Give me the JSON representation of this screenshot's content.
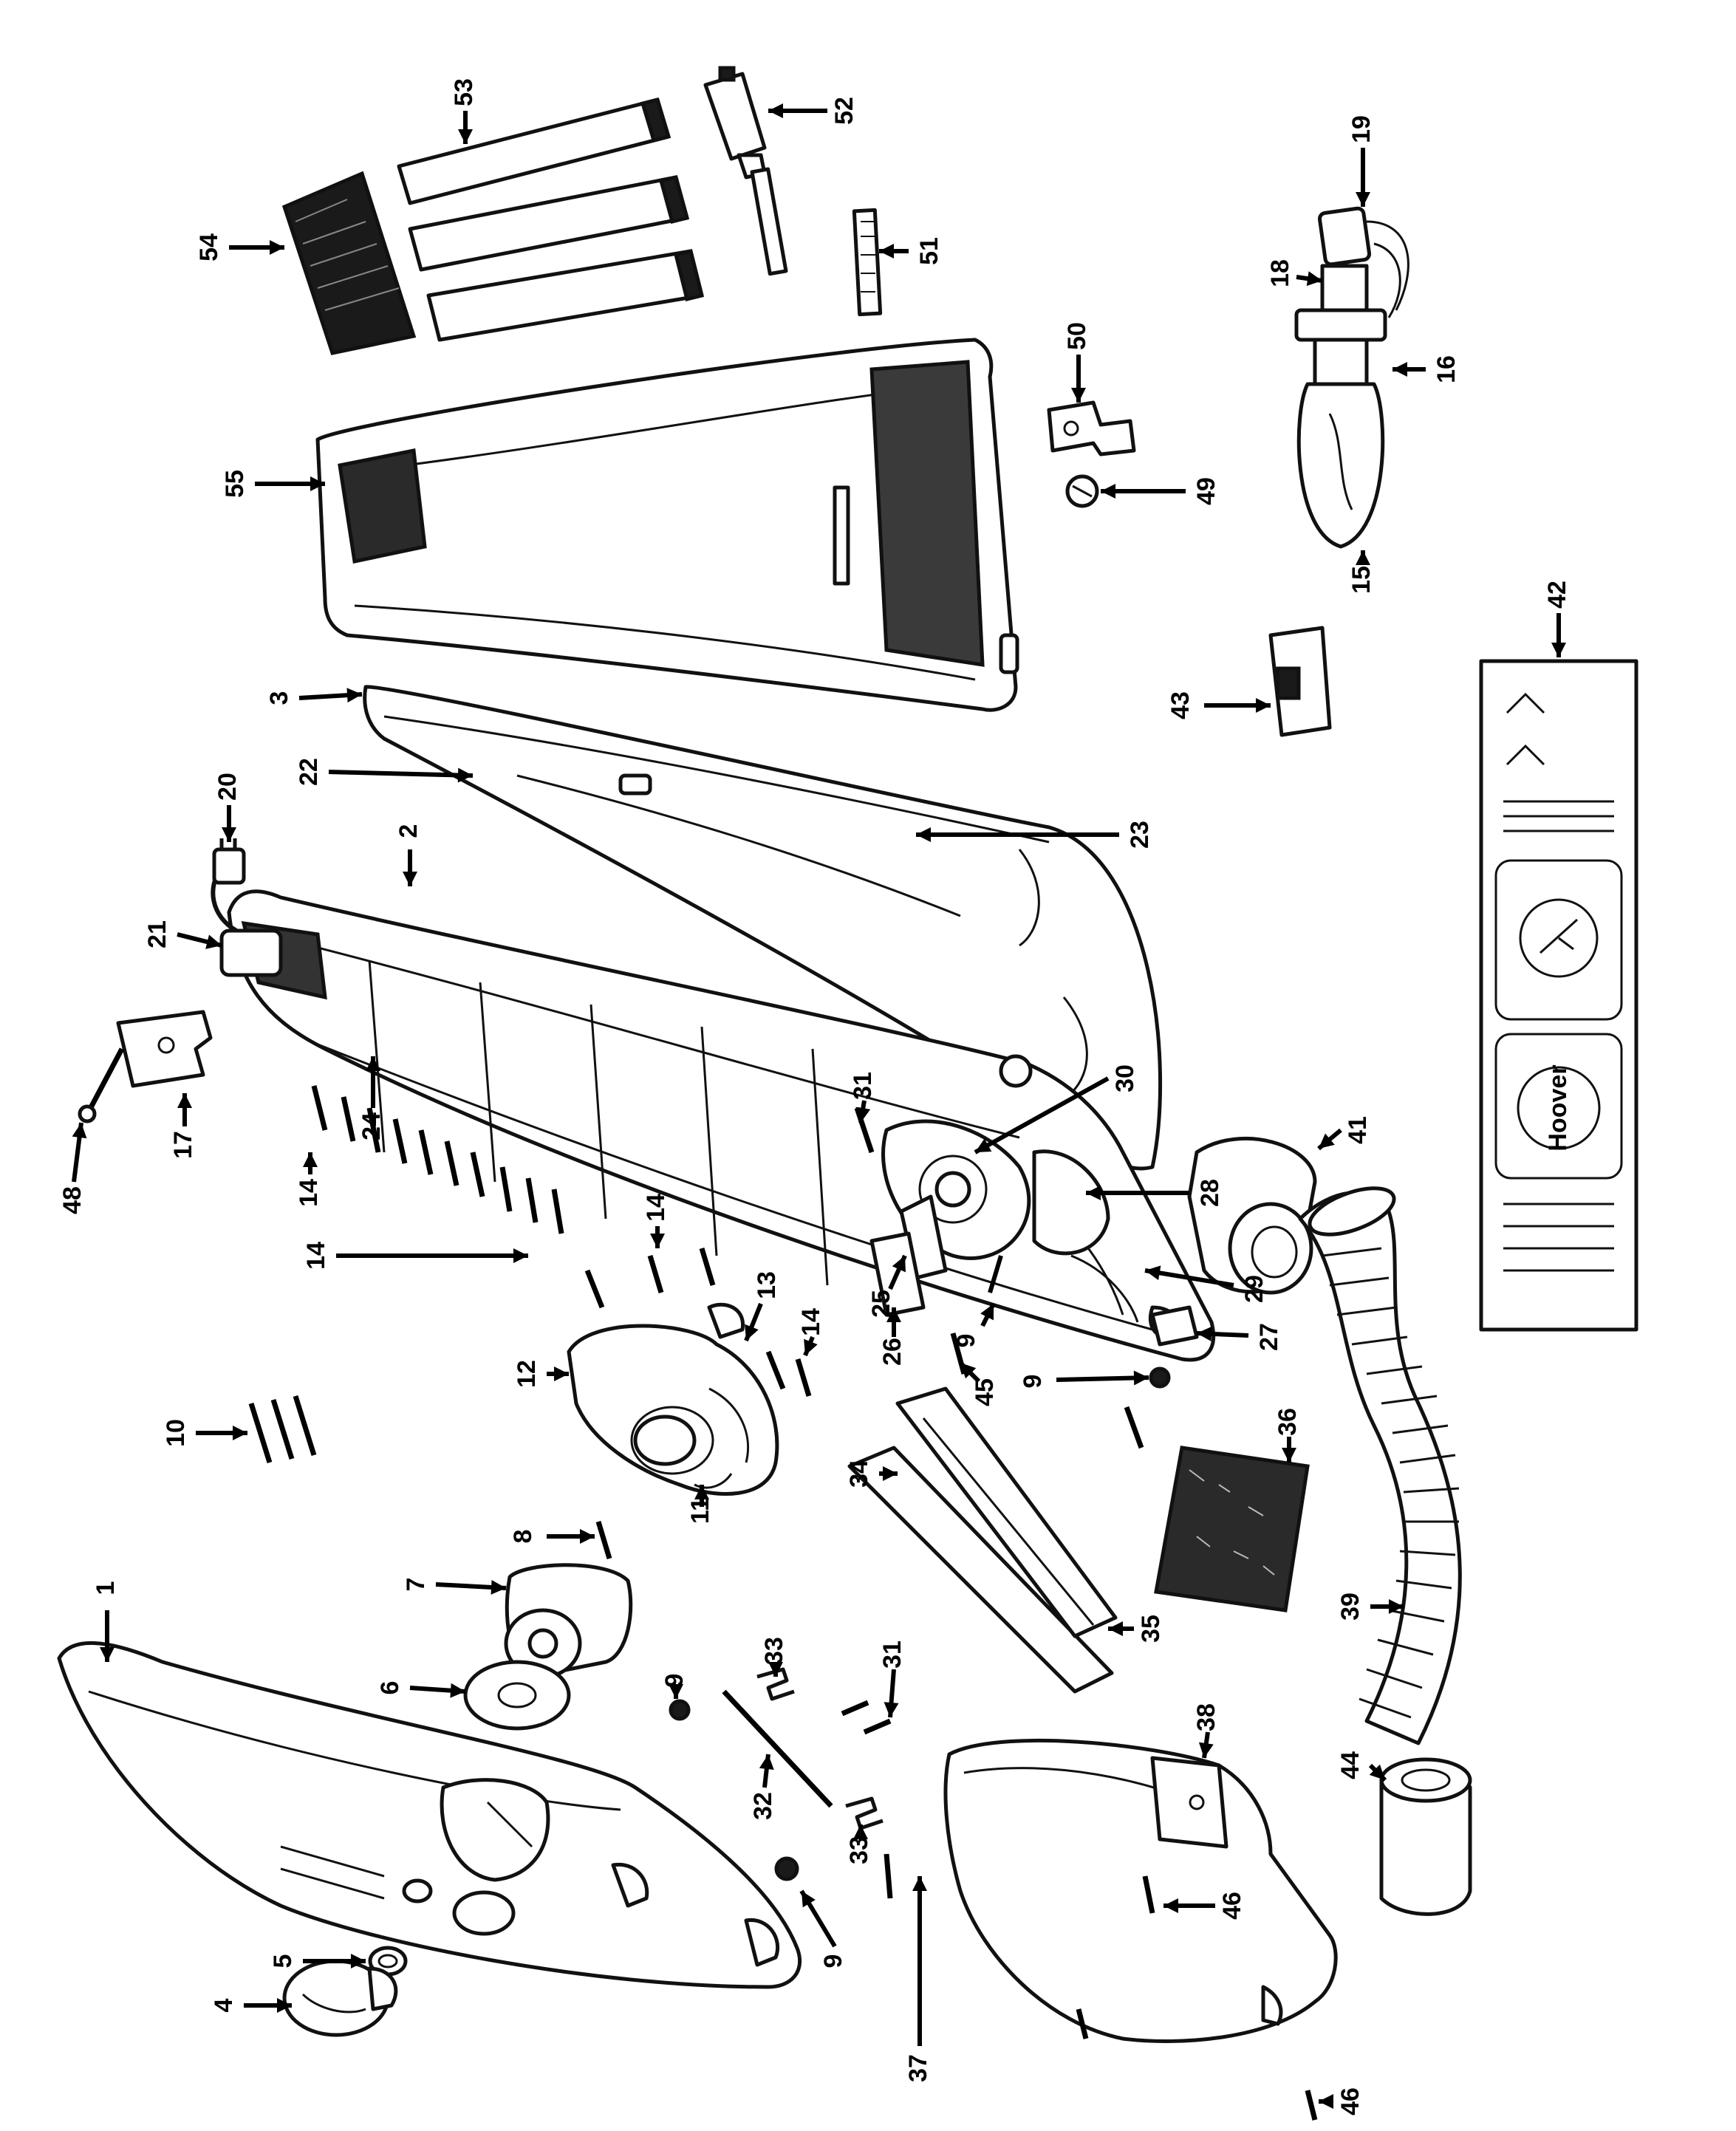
{
  "callouts": [
    {
      "id": "c1",
      "text": "1"
    },
    {
      "id": "c2",
      "text": "2"
    },
    {
      "id": "c3",
      "text": "3"
    },
    {
      "id": "c4",
      "text": "4"
    },
    {
      "id": "c5",
      "text": "5"
    },
    {
      "id": "c6",
      "text": "6"
    },
    {
      "id": "c7",
      "text": "7"
    },
    {
      "id": "c8",
      "text": "8"
    },
    {
      "id": "c9a",
      "text": "9"
    },
    {
      "id": "c9b",
      "text": "9"
    },
    {
      "id": "c9c",
      "text": "9"
    },
    {
      "id": "c9d",
      "text": "9"
    },
    {
      "id": "c10",
      "text": "10"
    },
    {
      "id": "c11",
      "text": "11"
    },
    {
      "id": "c12",
      "text": "12"
    },
    {
      "id": "c13",
      "text": "13"
    },
    {
      "id": "c14a",
      "text": "14"
    },
    {
      "id": "c14b",
      "text": "14"
    },
    {
      "id": "c14c",
      "text": "14"
    },
    {
      "id": "c14d",
      "text": "14"
    },
    {
      "id": "c15",
      "text": "15"
    },
    {
      "id": "c16",
      "text": "16"
    },
    {
      "id": "c17",
      "text": "17"
    },
    {
      "id": "c18",
      "text": "18"
    },
    {
      "id": "c19",
      "text": "19"
    },
    {
      "id": "c20",
      "text": "20"
    },
    {
      "id": "c21",
      "text": "21"
    },
    {
      "id": "c22",
      "text": "22"
    },
    {
      "id": "c23",
      "text": "23"
    },
    {
      "id": "c24",
      "text": "24"
    },
    {
      "id": "c25",
      "text": "25"
    },
    {
      "id": "c26",
      "text": "26"
    },
    {
      "id": "c27",
      "text": "27"
    },
    {
      "id": "c28",
      "text": "28"
    },
    {
      "id": "c29",
      "text": "29"
    },
    {
      "id": "c30",
      "text": "30"
    },
    {
      "id": "c31a",
      "text": "31"
    },
    {
      "id": "c31b",
      "text": "31"
    },
    {
      "id": "c32",
      "text": "32"
    },
    {
      "id": "c33a",
      "text": "33"
    },
    {
      "id": "c33b",
      "text": "33"
    },
    {
      "id": "c34",
      "text": "34"
    },
    {
      "id": "c35",
      "text": "35"
    },
    {
      "id": "c36",
      "text": "36"
    },
    {
      "id": "c37",
      "text": "37"
    },
    {
      "id": "c38",
      "text": "38"
    },
    {
      "id": "c39",
      "text": "39"
    },
    {
      "id": "c41",
      "text": "41"
    },
    {
      "id": "c42",
      "text": "42"
    },
    {
      "id": "c43",
      "text": "43"
    },
    {
      "id": "c44",
      "text": "44"
    },
    {
      "id": "c45",
      "text": "45"
    },
    {
      "id": "c46a",
      "text": "46"
    },
    {
      "id": "c46b",
      "text": "46"
    },
    {
      "id": "c48",
      "text": "48"
    },
    {
      "id": "c49",
      "text": "49"
    },
    {
      "id": "c50",
      "text": "50"
    },
    {
      "id": "c51",
      "text": "51"
    },
    {
      "id": "c52",
      "text": "52"
    },
    {
      "id": "c53",
      "text": "53"
    },
    {
      "id": "c54",
      "text": "54"
    },
    {
      "id": "c55",
      "text": "55"
    }
  ],
  "label_panel": {
    "brand_text": "Hoover"
  },
  "colors": {
    "ink": "#111111",
    "paper": "#ffffff",
    "hatch_fill": "#1a1a1a"
  }
}
